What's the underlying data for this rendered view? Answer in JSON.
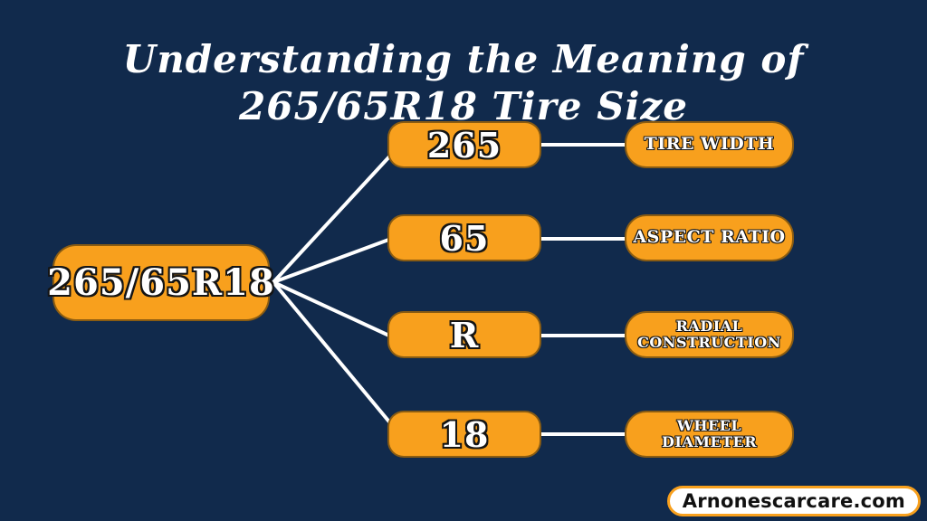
{
  "title": {
    "line1": "Understanding the Meaning of",
    "line2": "265/65R18 Tire Size"
  },
  "root": {
    "label": "265/65R18"
  },
  "rows": [
    {
      "code": "265",
      "meaning": "TIRE WIDTH"
    },
    {
      "code": "65",
      "meaning": "ASPECT RATIO"
    },
    {
      "code": "R",
      "meaning": "RADIAL\nCONSTRUCTION"
    },
    {
      "code": "18",
      "meaning": "WHEEL\nDIAMETER"
    }
  ],
  "watermark": {
    "text": "Arnonescarcare.com"
  },
  "colors": {
    "background": "#112A4C",
    "box_fill": "#F8A01D",
    "text": "#FFFFFF",
    "text_outline": "#141414",
    "connector": "#FFFFFF",
    "watermark_bg": "#FFFFFF",
    "watermark_border": "#F8A01D",
    "watermark_text": "#111111"
  }
}
